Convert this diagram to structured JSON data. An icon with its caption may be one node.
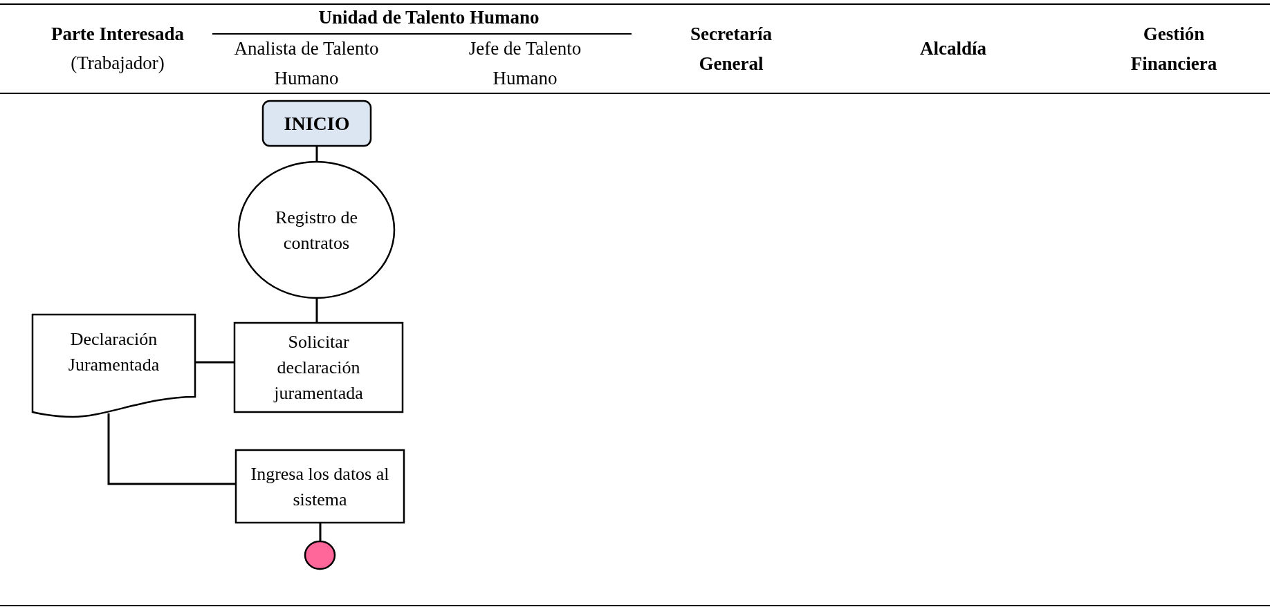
{
  "diagram": {
    "nodes": [
      {
        "text": [
          "INICIO"
        ]
      },
      {
        "text": [
          "Registro de contratos"
        ]
      },
      {
        "text": [
          "Solicitar declaración juramentada"
        ]
      },
      {
        "text": [
          "Declaración Juramentada"
        ]
      },
      {
        "text": [
          "Ingresa los datos al sistema"
        ]
      },
      {
        "text": [],
        "shape": "circle"
      }
    ],
    "edges": [
      {
        "from": 0,
        "to": 1,
        "arrow": "none"
      },
      {
        "from": 1,
        "to": 2,
        "arrow": "none"
      },
      {
        "from": 2,
        "to": 3,
        "arrow": "none"
      },
      {
        "from": 3,
        "to": 4,
        "arrow": "none"
      },
      {
        "from": 4,
        "to": 5,
        "arrow": "none"
      }
    ],
    "labels": [
      "Parte Interesada",
      "(Trabajador)",
      "Unidad de Talento Humano",
      "Analista de Talento Humano",
      "Jefe de Talento Humano",
      "Secretaría General",
      "Alcaldía",
      "Gestión Financiera"
    ]
  }
}
